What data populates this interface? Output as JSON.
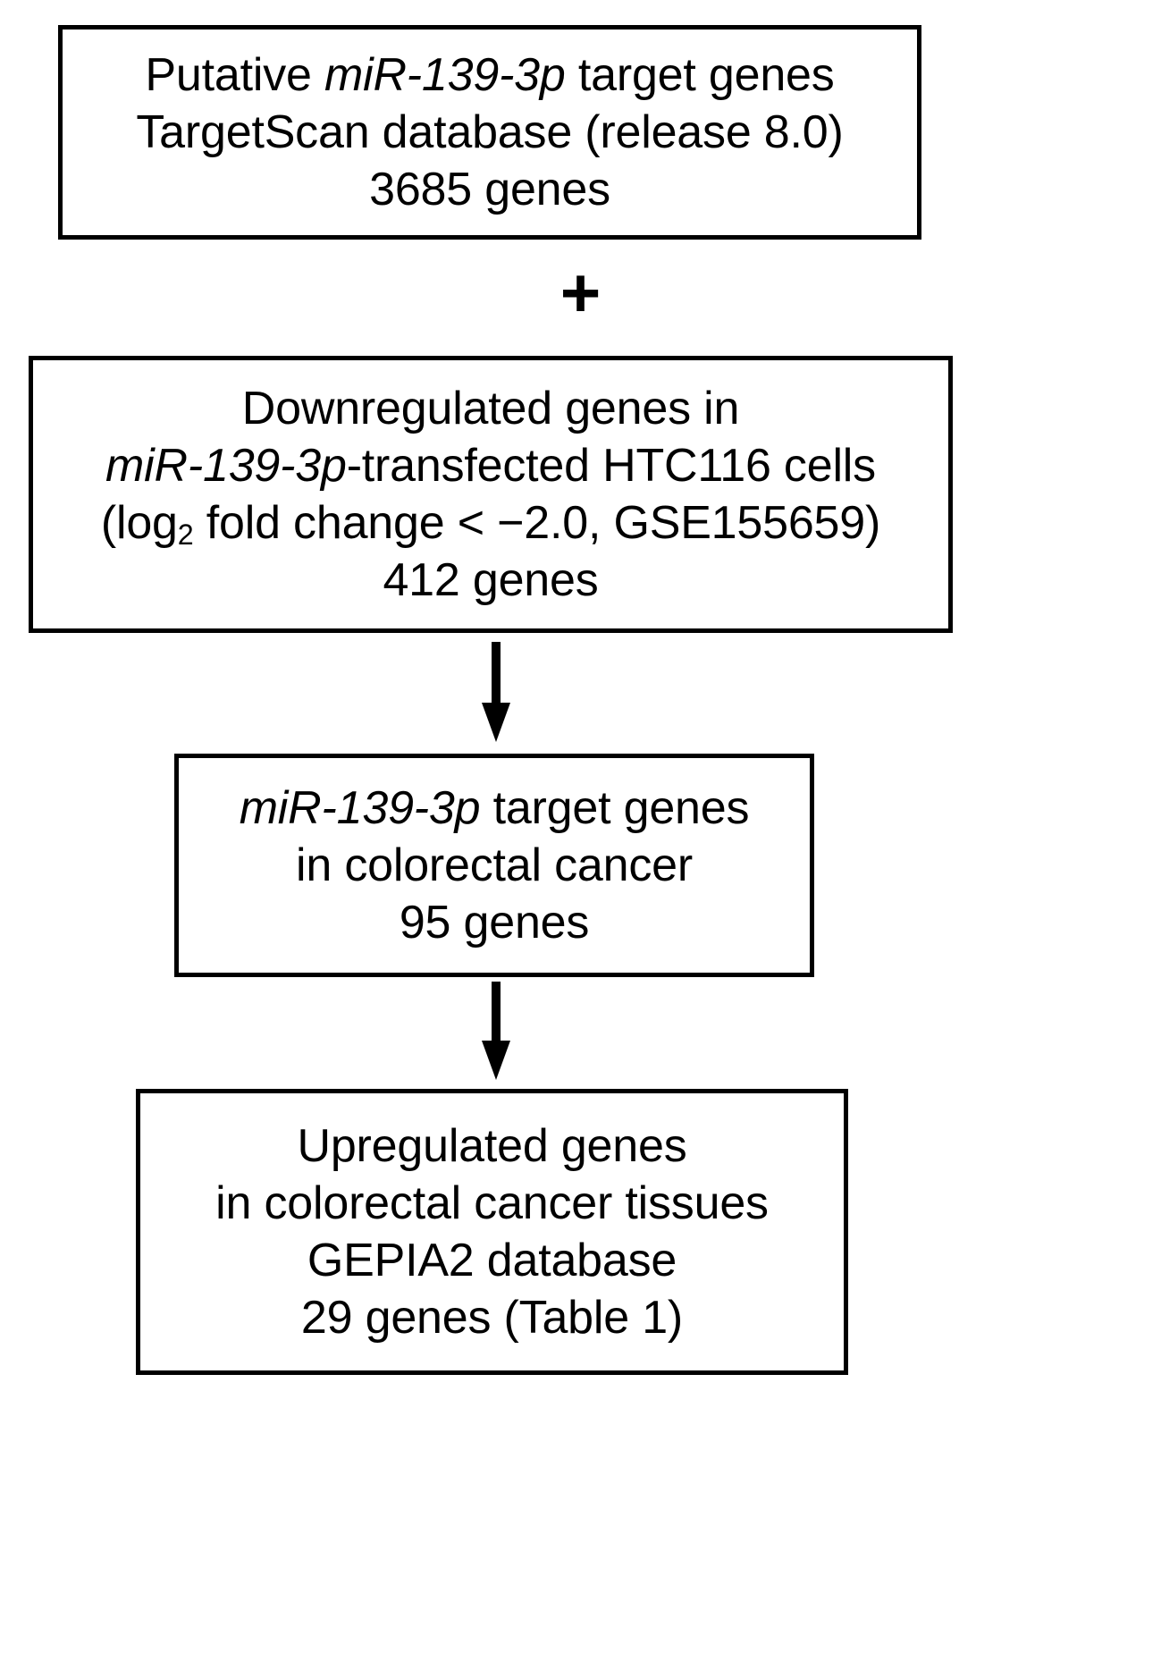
{
  "figure": {
    "type": "flowchart",
    "orientation": "vertical",
    "background_color": "#ffffff",
    "stroke_color": "#000000",
    "nodes": [
      {
        "id": "targetscan",
        "name": "putative-target-genes-box",
        "lines": [
          {
            "segments": [
              {
                "text": "Putative ",
                "style": "normal"
              },
              {
                "text": "miR-139-3p",
                "style": "italic"
              },
              {
                "text": " target genes",
                "style": "normal"
              }
            ]
          },
          {
            "segments": [
              {
                "text": "TargetScan database (release 8.0)",
                "style": "normal"
              }
            ]
          },
          {
            "segments": [
              {
                "text": "3685 genes",
                "style": "normal"
              }
            ]
          }
        ],
        "count": "3685 genes"
      },
      {
        "id": "downregulated",
        "name": "downregulated-genes-box",
        "lines": [
          {
            "segments": [
              {
                "text": "Downregulated genes in",
                "style": "normal"
              }
            ]
          },
          {
            "segments": [
              {
                "text": "miR-139-3p",
                "style": "italic"
              },
              {
                "text": "-transfected HTC116 cells",
                "style": "normal"
              }
            ]
          },
          {
            "segments": [
              {
                "text": "(log",
                "style": "normal"
              },
              {
                "text": "2",
                "style": "subscript"
              },
              {
                "text": " fold change < −2.0, GSE155659)",
                "style": "normal"
              }
            ]
          },
          {
            "segments": [
              {
                "text": "412 genes",
                "style": "normal"
              }
            ]
          }
        ],
        "count": "412 genes"
      },
      {
        "id": "crc-targets",
        "name": "crc-target-genes-box",
        "lines": [
          {
            "segments": [
              {
                "text": "miR-139-3p",
                "style": "italic"
              },
              {
                "text": " target genes",
                "style": "normal"
              }
            ]
          },
          {
            "segments": [
              {
                "text": "in colorectal cancer",
                "style": "normal"
              }
            ]
          },
          {
            "segments": [
              {
                "text": "95 genes",
                "style": "normal"
              }
            ]
          }
        ],
        "count": "95 genes"
      },
      {
        "id": "upregulated",
        "name": "upregulated-genes-box",
        "lines": [
          {
            "segments": [
              {
                "text": "Upregulated genes",
                "style": "normal"
              }
            ]
          },
          {
            "segments": [
              {
                "text": "in colorectal cancer tissues",
                "style": "normal"
              }
            ]
          },
          {
            "segments": [
              {
                "text": "GEPIA2 database",
                "style": "normal"
              }
            ]
          },
          {
            "segments": [
              {
                "text": "29 genes (Table 1)",
                "style": "normal"
              }
            ]
          }
        ],
        "count": "29 genes (Table 1)"
      }
    ],
    "connectors": [
      {
        "id": "plus-1",
        "name": "plus-operator",
        "glyph": "+",
        "from": "targetscan",
        "to": "downregulated"
      },
      {
        "id": "arrow-1",
        "name": "down-arrow-icon",
        "glyph": "↓",
        "from": "downregulated",
        "to": "crc-targets"
      },
      {
        "id": "arrow-2",
        "name": "down-arrow-icon",
        "glyph": "↓",
        "from": "crc-targets",
        "to": "upregulated"
      }
    ]
  }
}
